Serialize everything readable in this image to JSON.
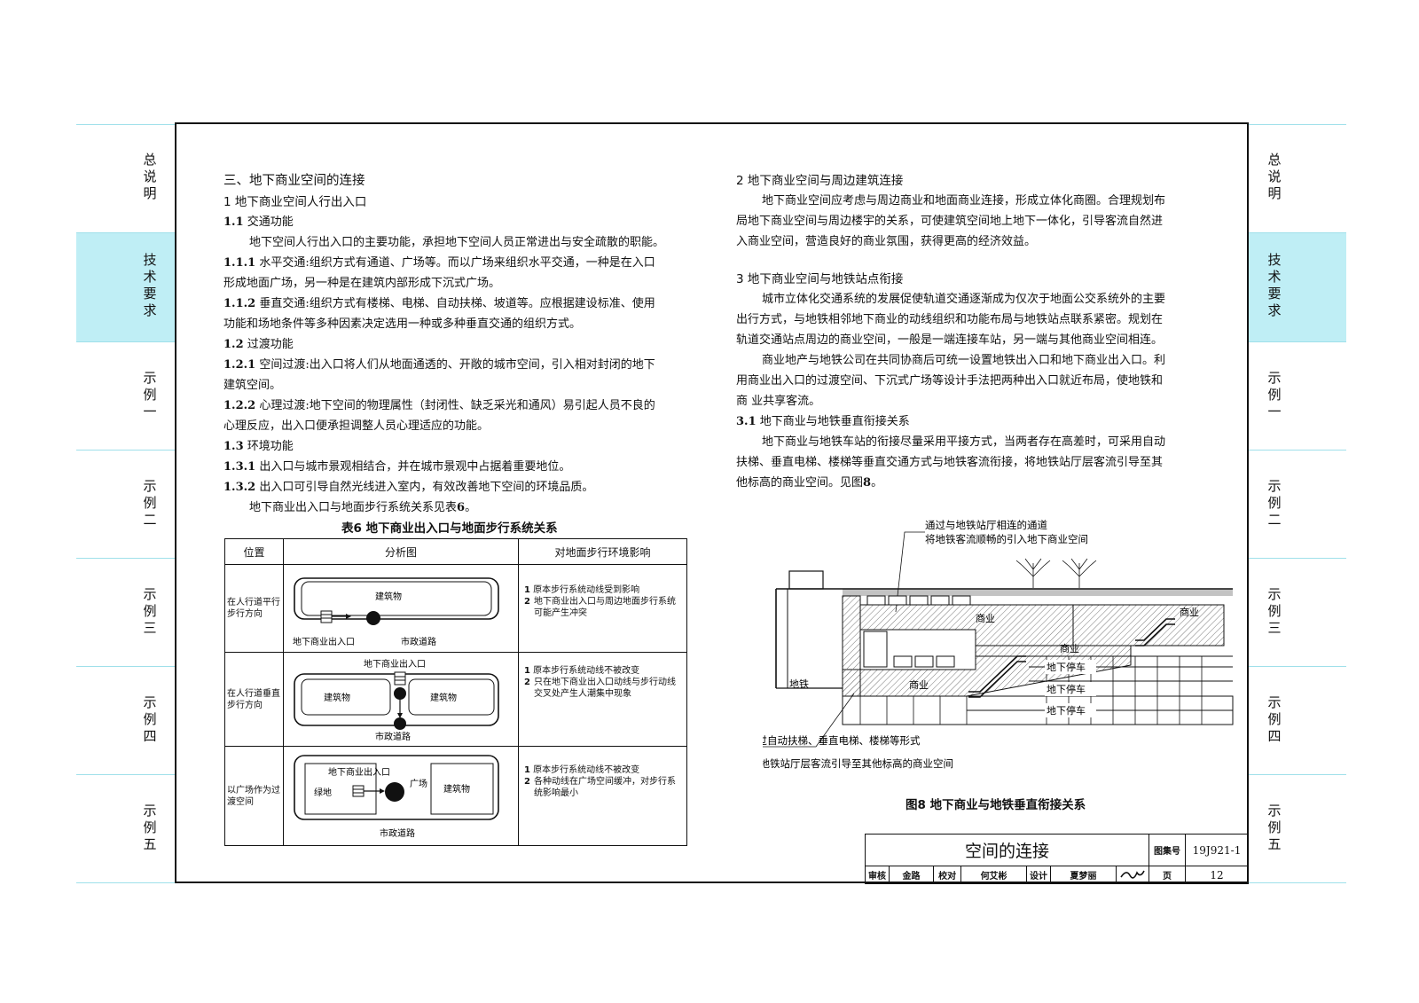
{
  "side_tabs": [
    {
      "label": "总说明",
      "active": false
    },
    {
      "label": "技术要求",
      "active": true
    },
    {
      "label": "示例一",
      "active": false
    },
    {
      "label": "示例二",
      "active": false
    },
    {
      "label": "示例三",
      "active": false
    },
    {
      "label": "示例四",
      "active": false
    },
    {
      "label": "示例五",
      "active": false
    }
  ],
  "left": {
    "section_title": "三、地下商业空间的连接",
    "sub1": "1 地下商业空间人行出入口",
    "p11_num": "1.1",
    "p11_title": "交通功能",
    "p11_text": "地下空间人行出入口的主要功能，承担地下空间人员正常进出与安全疏散的职能。",
    "p111_num": "1.1.1",
    "p111_a": "水平交通:组织方式有通道、广场等。而以广场来组织水平交通，一种是在入口",
    "p111_b": "形成地面广场，另一种是在建筑内部形成下沉式广场。",
    "p112_num": "1.1.2",
    "p112_a": "垂直交通:组织方式有楼梯、电梯、自动扶梯、坡道等。应根据建设标准、使用",
    "p112_b": "功能和场地条件等多种因素决定选用一种或多种垂直交通的组织方式。",
    "p12_num": "1.2",
    "p12_title": "过渡功能",
    "p121_num": "1.2.1",
    "p121_a": "空间过渡:出入口将人们从地面通透的、开敞的城市空间，引入相对封闭的地下",
    "p121_b": "建筑空间。",
    "p122_num": "1.2.2",
    "p122_a": "心理过渡:地下空间的物理属性（封闭性、缺乏采光和通风）易引起人员不良的",
    "p122_b": "心理反应，出入口便承担调整人员心理适应的功能。",
    "p13_num": "1.3",
    "p13_title": "环境功能",
    "p131_num": "1.3.1",
    "p131_text": "出入口与城市景观相结合，并在城市景观中占据着重要地位。",
    "p132_num": "1.3.2",
    "p132_text": "出入口可引导自然光线进入室内，有效改善地下空间的环境品质。",
    "p_ref_a": "地下商业出入口与地面步行系统关系见表",
    "p_ref_b": "6",
    "p_ref_c": "。",
    "table_caption": "表6 地下商业出入口与地面步行系统关系",
    "table_headers": [
      "位置",
      "分析图",
      "对地面步行环境影响"
    ],
    "rows": [
      {
        "position": "在人行道平行步行方向",
        "fig": {
          "building": "建筑物",
          "entrance": "地下商业出入口",
          "road": "市政道路"
        },
        "effects": [
          "原本步行系统动线受到影响",
          "地下商业出入口与周边地面步行系统可能产生冲突"
        ]
      },
      {
        "position": "在人行道垂直步行方向",
        "fig": {
          "entrance": "地下商业出入口",
          "building1": "建筑物",
          "building2": "建筑物",
          "road": "市政道路"
        },
        "effects": [
          "原本步行系统动线不被改变",
          "只在地下商业出入口动线与步行动线交叉处产生人潮集中现象"
        ]
      },
      {
        "position": "以广场作为过渡空间",
        "fig": {
          "entrance": "地下商业出入口",
          "green": "绿地",
          "plaza": "广场",
          "building": "建筑物",
          "road": "市政道路"
        },
        "effects": [
          "原本步行系统动线不被改变",
          "各种动线在广场空间缓冲，对步行系统影响最小"
        ]
      }
    ]
  },
  "right": {
    "s2_title": "2 地下商业空间与周边建筑连接",
    "s2_lines": [
      "地下商业空间应考虑与周边商业和地面商业连接，形成立体化商圈。合理规划布",
      "局地下商业空间与周边楼宇的关系，可使建筑空间地上地下一体化，引导客流自然进",
      "入商业空间，营造良好的商业氛围，获得更高的经济效益。"
    ],
    "s3_title": "3 地下商业空间与地铁站点衔接",
    "s3_lines": [
      "城市立体化交通系统的发展促使轨道交通逐渐成为仅次于地面公交系统外的主要",
      "出行方式，与地铁相邻地下商业的动线组织和功能布局与地铁站点联系紧密。规划在",
      "轨道交通站点周边的商业空间，一般是一端连接车站，另一端与其他商业空间相连。",
      "商业地产与地铁公司在共同协商后可统一设置地铁出入口和地下商业出入口。利",
      "用商业出入口的过渡空间、下沉式广场等设计手法把两种出入口就近布局，使地铁和",
      "商 业共享客流。"
    ],
    "s31_num": "3.1",
    "s31_title": "地下商业与地铁垂直衔接关系",
    "s31_lines": [
      "地下商业与地铁车站的衔接尽量采用平接方式，当两者存在高差时，可采用自动",
      "扶梯、垂直电梯、楼梯等垂直交通方式与地铁客流衔接，将地铁站厅层客流引导至其"
    ],
    "s31_last_a": "他标高的商业空间。见图",
    "s31_last_b": "8",
    "s31_last_c": "。",
    "fig8": {
      "note_top_1": "通过与地铁站厅相连的通道",
      "note_top_2": "将地铁客流顺畅的引入地下商业空间",
      "shang1": "商业",
      "shang2": "商业",
      "shang3": "商业",
      "shang4": "商业",
      "ditie": "地铁",
      "park1": "地下停车",
      "park2": "地下停车",
      "park3": "地下停车",
      "note_bot_1": "通过自动扶梯、垂直电梯、楼梯等形式",
      "note_bot_2": "将地铁站厅层客流引导至其他标高的商业空间",
      "caption": "图8 地下商业与地铁垂直衔接关系"
    }
  },
  "title_block": {
    "title": "空间的连接",
    "atlas_label": "图集号",
    "atlas_no": "19J921-1",
    "review_label": "审核",
    "reviewer": "金路",
    "check_label": "校对",
    "checker": "何艾彬",
    "design_label": "设计",
    "designer": "夏梦丽",
    "page_label": "页",
    "page_no": "12"
  }
}
